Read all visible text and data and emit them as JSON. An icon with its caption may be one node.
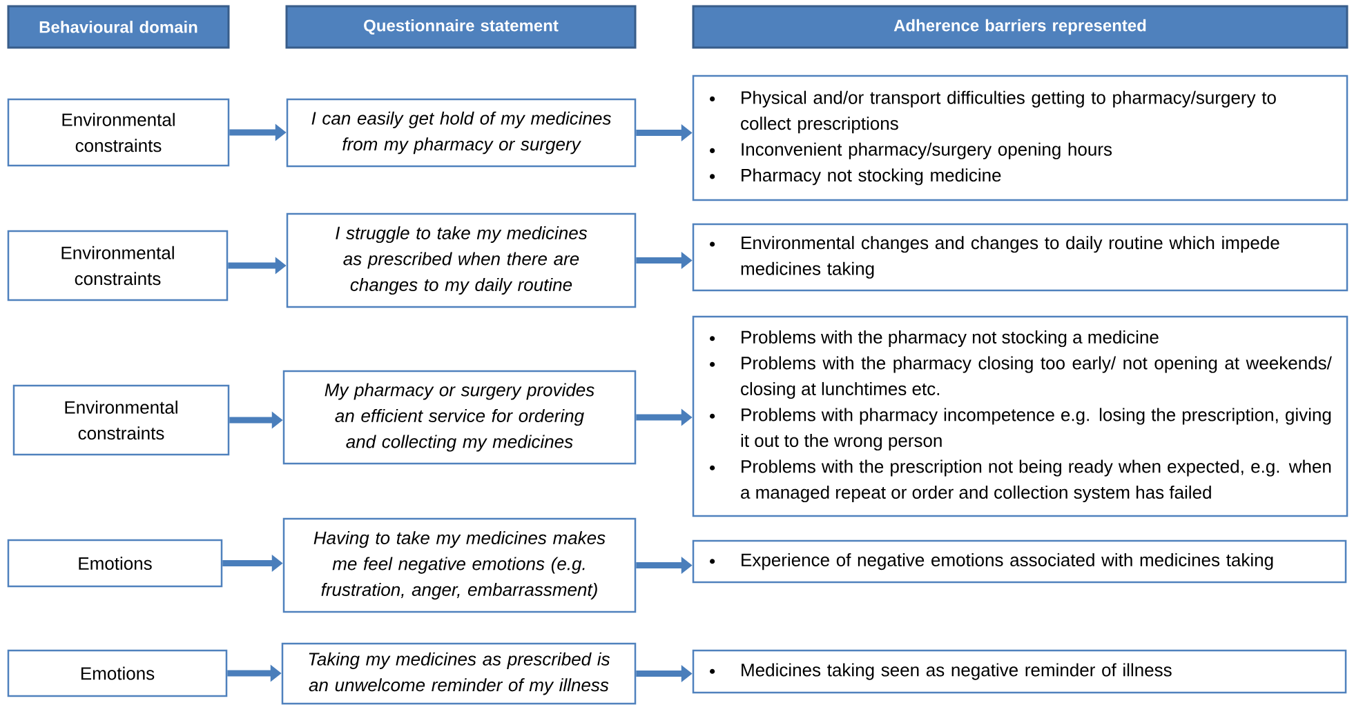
{
  "diagram": {
    "nodes": [
      {
        "text": [
          "Behavioural domain"
        ]
      },
      {
        "text": [
          "Questionnaire statement"
        ]
      },
      {
        "text": [
          "Adherence barriers represented"
        ]
      },
      {
        "text": [
          "Environmental constraints"
        ]
      },
      {
        "text": [
          "I can easily get hold of my medicines from my pharmacy or surgery"
        ]
      },
      {
        "text": [
          "Physical and/or transport difficulties getting to pharmacy/surgery to collect prescriptions",
          "Inconvenient pharmacy/surgery opening hours",
          "Pharmacy not stocking medicine"
        ]
      },
      {
        "text": [
          "Environmental constraints"
        ]
      },
      {
        "text": [
          "I struggle to take my medicines as prescribed when there are changes to my daily routine"
        ]
      },
      {
        "text": [
          "Environmental changes and changes to daily routine which impede medicines taking"
        ]
      },
      {
        "text": [
          "Environmental constraints"
        ]
      },
      {
        "text": [
          "My pharmacy or surgery provides an efficient service for ordering and collecting my medicines"
        ]
      },
      {
        "text": [
          "Problems with the pharmacy not stocking a medicine",
          "Problems with the pharmacy closing too early/ not opening at weekends/ closing at lunchtimes etc.",
          "Problems with pharmacy incompetence e.g. losing the prescription, giving it out to the wrong person",
          "Problems with the prescription not being ready when expected, e.g. when a managed repeat or order and collection system has failed"
        ]
      },
      {
        "text": [
          "Emotions"
        ]
      },
      {
        "text": [
          "Having to take my medicines makes me feel negative emotions (e.g. frustration, anger, embarrassment)"
        ]
      },
      {
        "text": [
          "Experience of negative emotions associated with medicines taking"
        ]
      },
      {
        "text": [
          "Emotions"
        ]
      },
      {
        "text": [
          "Taking my medicines as prescribed is an unwelcome reminder of my illness"
        ]
      },
      {
        "text": [
          "Medicines taking seen as negative reminder of illness"
        ]
      }
    ],
    "edges": [
      {
        "from": 3,
        "to": 4,
        "arrow": "to"
      },
      {
        "from": 4,
        "to": 5,
        "arrow": "to"
      },
      {
        "from": 6,
        "to": 7,
        "arrow": "to"
      },
      {
        "from": 7,
        "to": 8,
        "arrow": "to"
      },
      {
        "from": 9,
        "to": 10,
        "arrow": "to"
      },
      {
        "from": 10,
        "to": 11,
        "arrow": "to"
      },
      {
        "from": 12,
        "to": 13,
        "arrow": "to"
      },
      {
        "from": 13,
        "to": 14,
        "arrow": "to"
      },
      {
        "from": 15,
        "to": 16,
        "arrow": "to"
      },
      {
        "from": 16,
        "to": 17,
        "arrow": "to"
      }
    ]
  }
}
